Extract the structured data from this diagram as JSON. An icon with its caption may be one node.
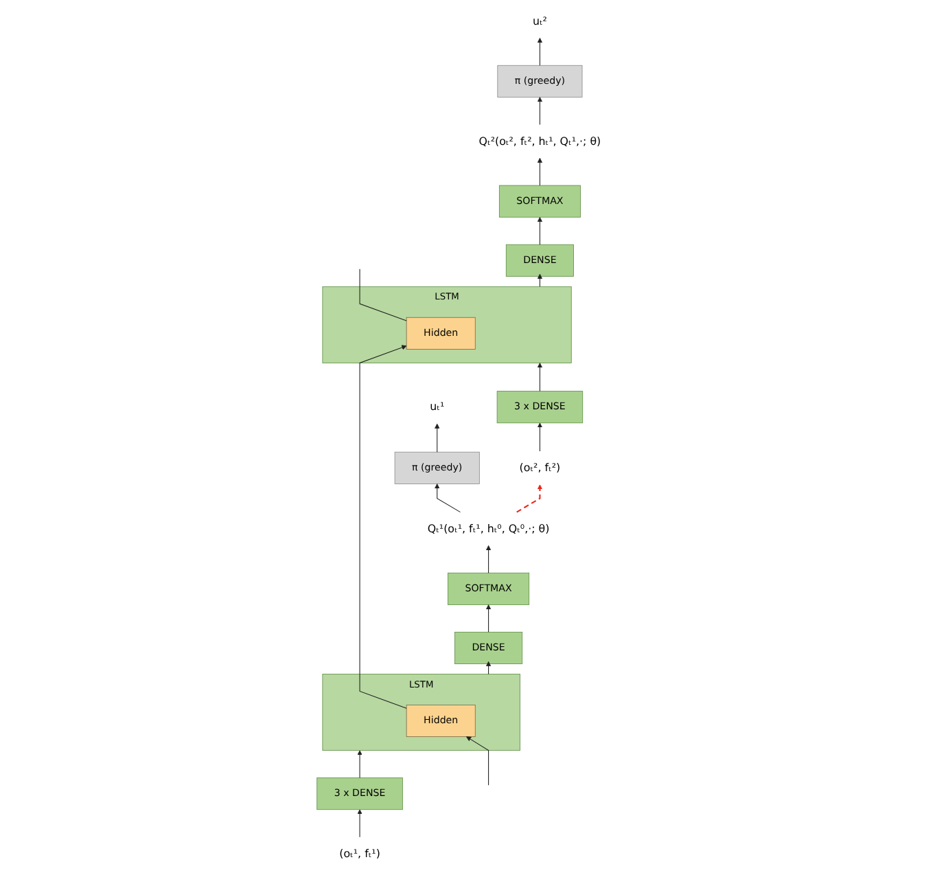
{
  "diagram": {
    "nodes": [
      {
        "text": [
          "uₜ¹"
        ]
      },
      {
        "text": [
          "π (greedy)"
        ]
      },
      {
        "text": [
          "Qₜ¹(oₜ¹, fₜ¹, hₜ⁰, Qₜ⁰,·; θ)"
        ]
      },
      {
        "text": [
          "SOFTMAX"
        ]
      },
      {
        "text": [
          "DENSE"
        ]
      },
      {
        "text": [
          "LSTM"
        ]
      },
      {
        "text": [
          "Hidden"
        ],
        "in": 5
      },
      {
        "text": [
          "3 x DENSE"
        ]
      },
      {
        "text": [
          "(oₜ¹, fₜ¹)"
        ]
      },
      {
        "text": [
          "uₜ²"
        ]
      },
      {
        "text": [
          "π (greedy)"
        ]
      },
      {
        "text": [
          "Qₜ²(oₜ², fₜ², hₜ¹, Qₜ¹,·; θ)"
        ]
      },
      {
        "text": [
          "SOFTMAX"
        ]
      },
      {
        "text": [
          "DENSE"
        ]
      },
      {
        "text": [
          "LSTM"
        ]
      },
      {
        "text": [
          "Hidden"
        ],
        "in": 14
      },
      {
        "text": [
          "3 x DENSE"
        ]
      },
      {
        "text": [
          "(oₜ², fₜ²)"
        ]
      }
    ],
    "edges": [
      {
        "from": 8,
        "to": 7,
        "arrow": "to"
      },
      {
        "from": 7,
        "to": 5,
        "arrow": "to"
      },
      {
        "from": 5,
        "to": 4,
        "arrow": "to"
      },
      {
        "from": 4,
        "to": 3,
        "arrow": "to"
      },
      {
        "from": 3,
        "to": 2,
        "arrow": "to"
      },
      {
        "from": 2,
        "to": 1,
        "arrow": "to"
      },
      {
        "from": 1,
        "to": 0,
        "arrow": "to"
      },
      {
        "from": null,
        "to": 6,
        "arrow": "to"
      },
      {
        "from": 6,
        "to": 15,
        "arrow": "to"
      },
      {
        "from": 17,
        "to": 16,
        "arrow": "to"
      },
      {
        "from": 16,
        "to": 14,
        "arrow": "to"
      },
      {
        "from": 14,
        "to": 13,
        "arrow": "to"
      },
      {
        "from": 13,
        "to": 12,
        "arrow": "to"
      },
      {
        "from": 12,
        "to": 11,
        "arrow": "to"
      },
      {
        "from": 11,
        "to": 10,
        "arrow": "to"
      },
      {
        "from": 10,
        "to": 9,
        "arrow": "to"
      },
      {
        "from": 15,
        "to": null,
        "arrow": "none"
      },
      {
        "from": 2,
        "to": 17,
        "arrow": "to",
        "style": "dashed",
        "color": "#e8271b"
      }
    ]
  }
}
